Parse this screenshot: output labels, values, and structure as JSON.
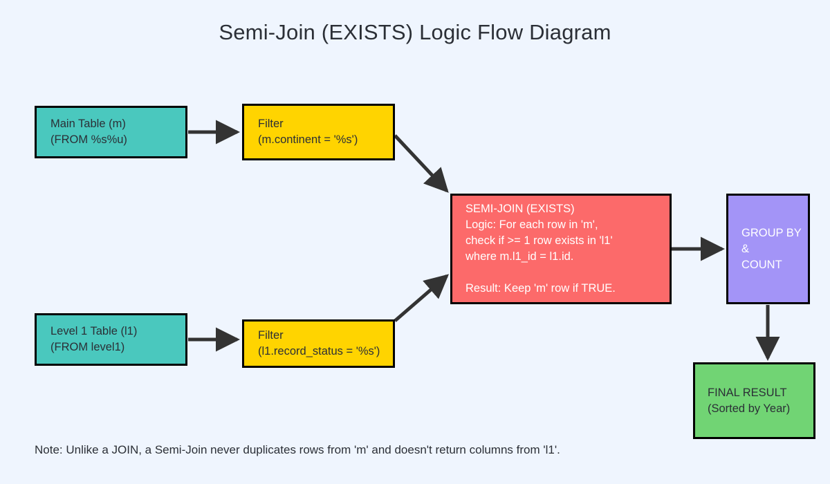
{
  "title": "Semi-Join (EXISTS) Logic Flow Diagram",
  "background_color": "#eff5fe",
  "edge_color": "#333333",
  "nodes": {
    "main_table": {
      "id": "main-table",
      "color": "#4ac8be",
      "lines": [
        "Main Table (m)",
        "(FROM %s%u)"
      ]
    },
    "filter_main": {
      "id": "filter-main",
      "color": "#ffd400",
      "lines": [
        "Filter",
        "(m.continent = '%s')"
      ]
    },
    "level1_table": {
      "id": "level1-table",
      "color": "#4ac8be",
      "lines": [
        "Level 1 Table (l1)",
        "(FROM level1)"
      ]
    },
    "filter_l1": {
      "id": "filter-l1",
      "color": "#ffd400",
      "lines": [
        "Filter",
        "(l1.record_status = '%s')"
      ]
    },
    "semijoin": {
      "id": "semijoin",
      "color": "#fc6a6a",
      "lines": [
        "SEMI-JOIN (EXISTS)",
        "Logic: For each row in 'm',",
        "check if >= 1 row exists in 'l1'",
        "where m.l1_id = l1.id.",
        "",
        "Result: Keep 'm' row if TRUE."
      ]
    },
    "group_by": {
      "id": "group-by",
      "color": "#a394f7",
      "lines": [
        "GROUP BY",
        "&",
        "COUNT"
      ]
    },
    "final_result": {
      "id": "final-result",
      "color": "#71d474",
      "lines": [
        "FINAL RESULT",
        "(Sorted by Year)"
      ]
    }
  },
  "footnote": "Note: Unlike a JOIN, a Semi-Join never duplicates rows from 'm' and doesn't return columns from 'l1'.",
  "chart_data": {
    "type": "diagram",
    "title": "Semi-Join (EXISTS) Logic Flow Diagram",
    "node_ids": [
      "main-table",
      "filter-main",
      "level1-table",
      "filter-l1",
      "semijoin",
      "group-by",
      "final-result"
    ],
    "edges": [
      {
        "from": "main-table",
        "to": "filter-main",
        "style": "horizontal-arrow"
      },
      {
        "from": "filter-main",
        "to": "semijoin",
        "style": "diagonal-arrow"
      },
      {
        "from": "level1-table",
        "to": "filter-l1",
        "style": "horizontal-arrow"
      },
      {
        "from": "filter-l1",
        "to": "semijoin",
        "style": "diagonal-arrow"
      },
      {
        "from": "semijoin",
        "to": "group-by",
        "style": "horizontal-arrow"
      },
      {
        "from": "group-by",
        "to": "final-result",
        "style": "vertical-arrow"
      }
    ]
  }
}
